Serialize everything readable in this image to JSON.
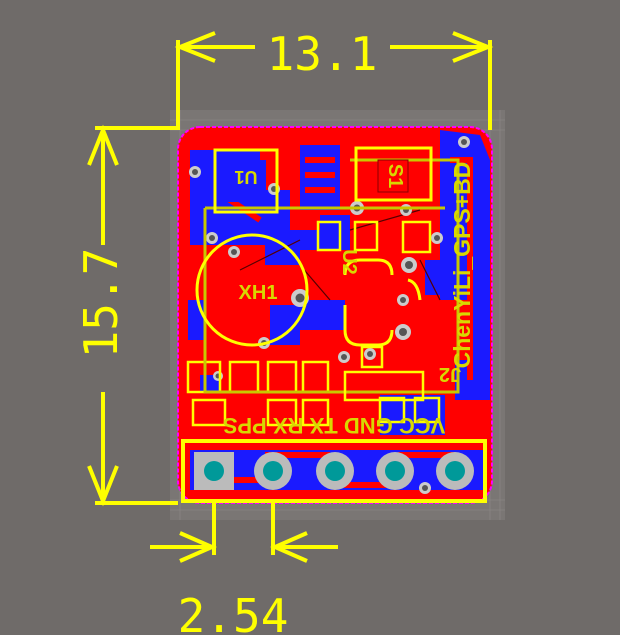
{
  "dimensions": {
    "width_label": "13.1",
    "height_label": "15.7",
    "pitch_label": "2.54"
  },
  "silkscreen": {
    "component_u1": "U1",
    "component_xh1": "XH1",
    "component_u2": "U2",
    "component_j2": "J2",
    "component_s1": "S1",
    "board_name": "ChenYiLi_GPS+BD",
    "pin_labels": "VCC GND TX RX PPS"
  },
  "colors": {
    "background": "#6f6b69",
    "top_copper": "#ff0000",
    "bottom_copper": "#1a1aff",
    "silkscreen": "#ffff00",
    "outline": "#ff00ff",
    "pad": "#bbbbbb",
    "via_hole": "#009999"
  }
}
